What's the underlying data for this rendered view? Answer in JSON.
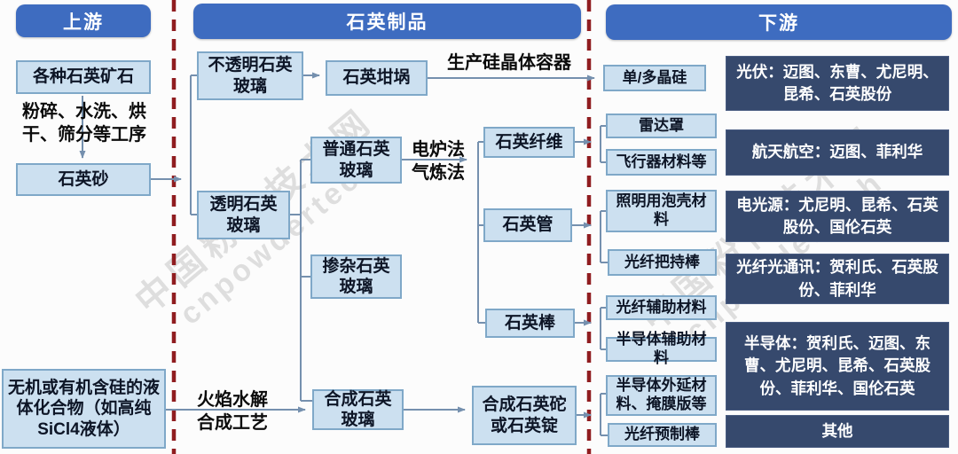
{
  "headers": {
    "upstream": "上游",
    "products": "石英制品",
    "downstream": "下游"
  },
  "upstream": {
    "ore": "各种石英矿石",
    "process": "粉碎、水洗、烘干、筛分等工序",
    "sand": "石英砂",
    "liquid": "无机或有机含硅的液体化合物（如高纯SiCl4液体）"
  },
  "products": {
    "opaque_glass": "不透明石英玻璃",
    "crucible": "石英坩埚",
    "transparent_glass": "透明石英玻璃",
    "ordinary_glass": "普通石英玻璃",
    "doped_glass": "掺杂石英玻璃",
    "synthetic_glass": "合成石英玻璃",
    "fiber": "石英纤维",
    "tube": "石英管",
    "rod": "石英棒",
    "ingot": "合成石英砣或石英锭"
  },
  "process_labels": {
    "produce_container": "生产硅晶体容器",
    "furnace": "电炉法\n气炼法",
    "flame": "火焰水解\n合成工艺"
  },
  "applications": {
    "poly_si": "单/多晶硅",
    "radome": "雷达罩",
    "aircraft": "飞行器材料等",
    "bulb": "照明用泡壳材料",
    "fiber_holding_rod": "光纤把持棒",
    "fiber_aux": "光纤辅助材料",
    "semi_aux": "半导体辅助材料",
    "epitaxial": "半导体外延材料、掩膜版等",
    "preform": "光纤预制棒"
  },
  "downstream": {
    "pv": "光伏：迈图、东曹、尤尼明、昆希、石英股份",
    "aerospace": "航天航空：迈图、菲利华",
    "light_source": "电光源：尤尼明、昆希、石英股份、国伦石英",
    "optical_comm": "光纤光通讯：贺利氏、石英股份、菲利华",
    "semiconductor": "半导体：贺利氏、迈图、东曹、尤尼明、昆希、石英股份、菲利华、国伦石英",
    "other": "其他"
  },
  "watermark": {
    "line1": "中国粉体技术网",
    "line2": "cnpowdertech"
  },
  "colors": {
    "header_blue": "#3e6cc0",
    "light_box_fill": "#cce0f0",
    "light_box_border": "#7fa8c8",
    "dark_box": "#36496d",
    "divider_red": "#901d20",
    "connector": "#7590ae"
  }
}
